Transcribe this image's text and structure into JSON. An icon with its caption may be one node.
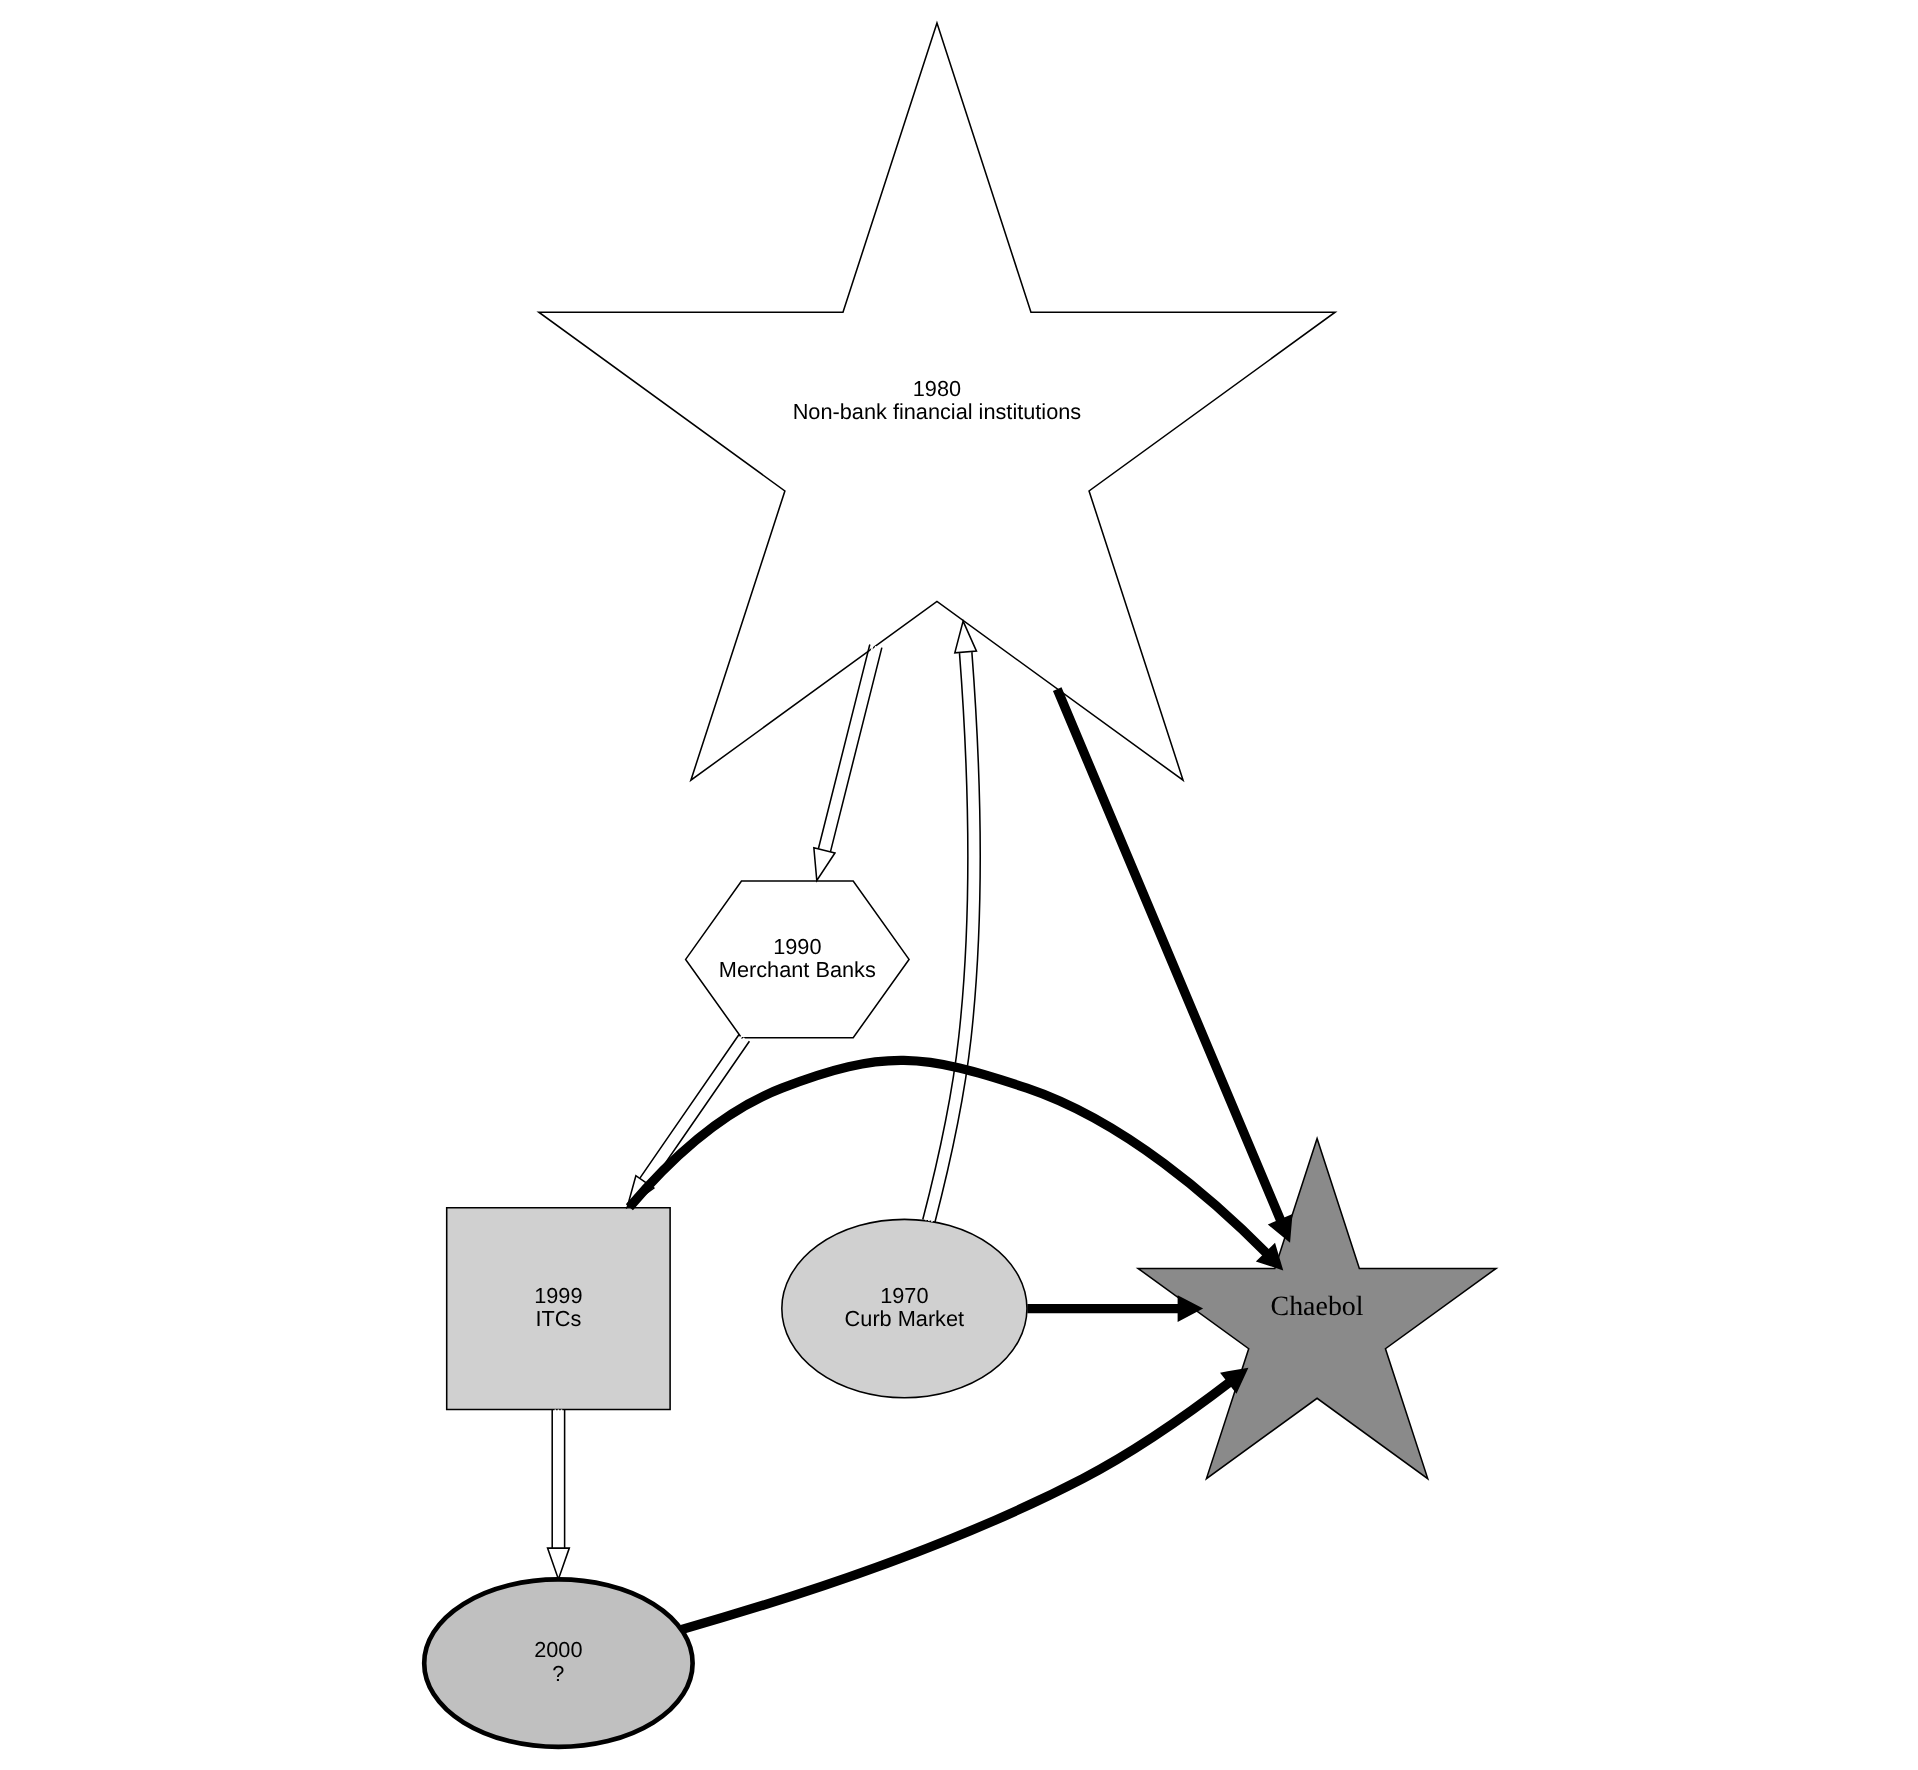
{
  "diagram": {
    "nodes": [
      {
        "text": [
          "1980",
          "Non-bank financial institutions"
        ]
      },
      {
        "text": [
          "1990",
          "Merchant Banks"
        ]
      },
      {
        "text": [
          "1970",
          "Curb Market"
        ]
      },
      {
        "text": [
          "Chaebol"
        ]
      },
      {
        "text": [
          "1999",
          "ITCs"
        ]
      },
      {
        "text": [
          "2000",
          "?"
        ]
      }
    ],
    "edges": [
      {
        "from": 2,
        "to": 0,
        "arrow": "to"
      },
      {
        "from": 0,
        "to": 1,
        "arrow": "to"
      },
      {
        "from": 1,
        "to": 4,
        "arrow": "to"
      },
      {
        "from": 4,
        "to": 5,
        "arrow": "to"
      },
      {
        "from": 0,
        "to": 3,
        "arrow": "to",
        "style": "thick"
      },
      {
        "from": 2,
        "to": 3,
        "arrow": "to",
        "style": "thick"
      },
      {
        "from": 4,
        "to": 3,
        "arrow": "to",
        "style": "thick"
      },
      {
        "from": 5,
        "to": 3,
        "arrow": "to",
        "style": "thick"
      }
    ]
  }
}
